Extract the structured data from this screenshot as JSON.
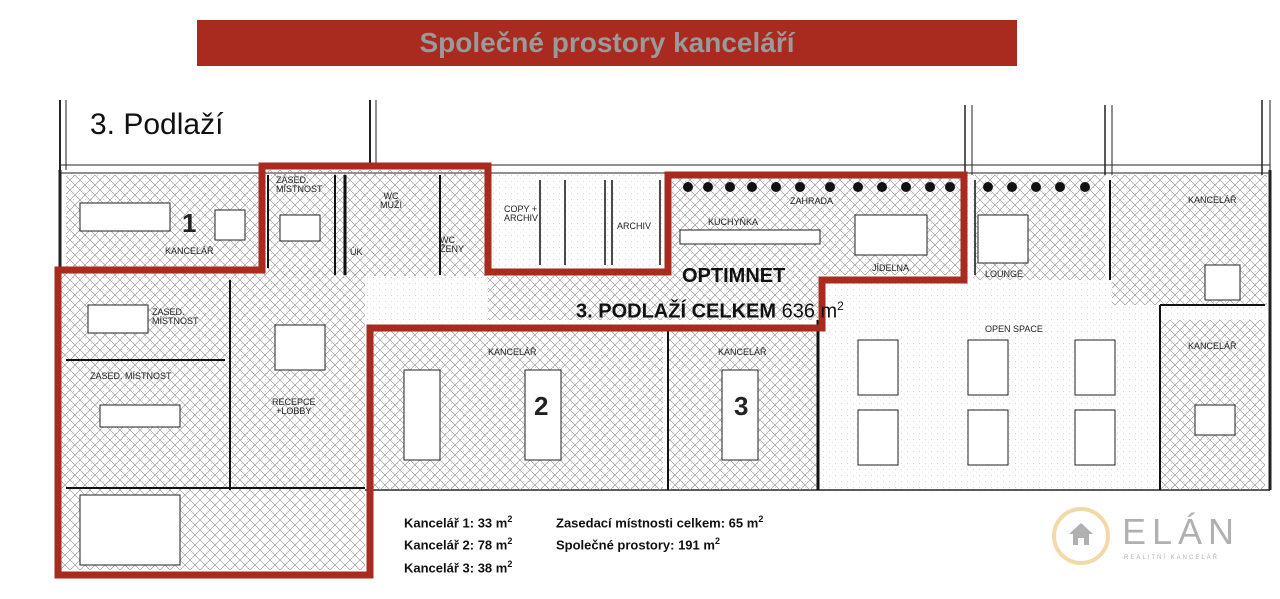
{
  "banner_title": "Společné prostory kanceláří",
  "floor_title": "3. Podlaží",
  "rooms": {
    "kancelar1_num": "1",
    "kancelar1": "KANCELÁŘ",
    "zased_top": "ZASED.\nMÍSTNOST",
    "wc_muzi": "WC\nMUŽI",
    "wc_zeny": "WC\nŽENY",
    "uk": "ÚK",
    "copy": "COPY +\nARCHIV",
    "archiv": "ARCHIV",
    "zahrada": "ZAHRADA",
    "kuchynka": "KUCHYŇKA",
    "jidelna": "JÍDELNA",
    "lounge": "LOUNGE",
    "kancelar_right_top": "KANCELÁŘ",
    "kancelar_right_mid": "KANCELÁŘ",
    "open_space": "OPEN SPACE",
    "zased_left1": "ZASED.\nMÍSTNOST",
    "zased_left2": "ZASED. MÍSTNOST",
    "recepce": "RECEPCE\n+LOBBY",
    "kancelar2": "KANCELÁŘ",
    "kancelar2_num": "2",
    "kancelar3": "KANCELÁŘ",
    "kancelar3_num": "3"
  },
  "optimnet": "OPTIMNET",
  "floor_total_label": "3. PODLAŽÍ CELKEM",
  "floor_total_value": "636 m",
  "floor_total_sup": "2",
  "stats_left": [
    {
      "label": "Kancelář 1: 33 m",
      "sup": "2"
    },
    {
      "label": "Kancelář 2: 78 m",
      "sup": "2"
    },
    {
      "label": "Kancelář 3: 38 m",
      "sup": "2"
    }
  ],
  "stats_right": [
    {
      "label": "Zasedací místnosti celkem: 65 m",
      "sup": "2"
    },
    {
      "label": "Společné prostory: 191 m",
      "sup": "2"
    }
  ],
  "logo": {
    "name": "ELÁN",
    "subtitle": "REALITNÍ KANCELÁŘ",
    "ring_color": "#f3d9a8",
    "text_color": "#b0b0b0"
  },
  "colors": {
    "highlight": "#a92a1e",
    "banner_text": "#9a9a9a"
  }
}
